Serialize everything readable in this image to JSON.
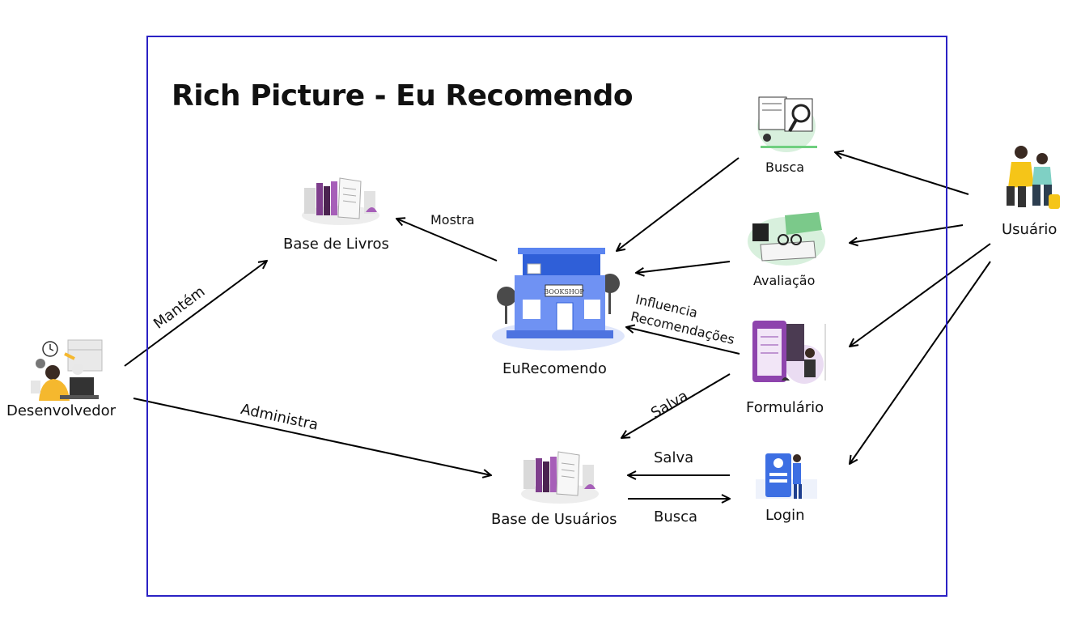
{
  "title": "Rich Picture - Eu Recomendo",
  "colors": {
    "frame": "#2b22c4",
    "arrow": "#000000",
    "accent": "#8e44ad"
  },
  "nodes": {
    "desenvolvedor": {
      "label": "Desenvolvedor",
      "icon": "developer-at-desk-illustration"
    },
    "base_livros": {
      "label": "Base de Livros",
      "icon": "books-database-illustration"
    },
    "eurecomendo": {
      "label": "EuRecomendo",
      "icon": "bookshop-building-illustration",
      "sign": "BOOKSHOP"
    },
    "base_usuarios": {
      "label": "Base de Usuários",
      "icon": "users-database-illustration"
    },
    "busca": {
      "label": "Busca",
      "icon": "search-magnifier-illustration"
    },
    "avaliacao": {
      "label": "Avaliação",
      "icon": "books-and-glasses-illustration"
    },
    "formulario": {
      "label": "Formulário",
      "icon": "form-tablet-illustration"
    },
    "login": {
      "label": "Login",
      "icon": "login-screen-illustration"
    },
    "usuario": {
      "label": "Usuário",
      "icon": "users-people-illustration"
    }
  },
  "edges": {
    "mantem": "Mantém",
    "administra": "Administra",
    "mostra": "Mostra",
    "influencia": "Influencia",
    "recomendacoes": "Recomendações",
    "salva_formulario": "Salva",
    "salva_login": "Salva",
    "busca_login": "Busca"
  }
}
